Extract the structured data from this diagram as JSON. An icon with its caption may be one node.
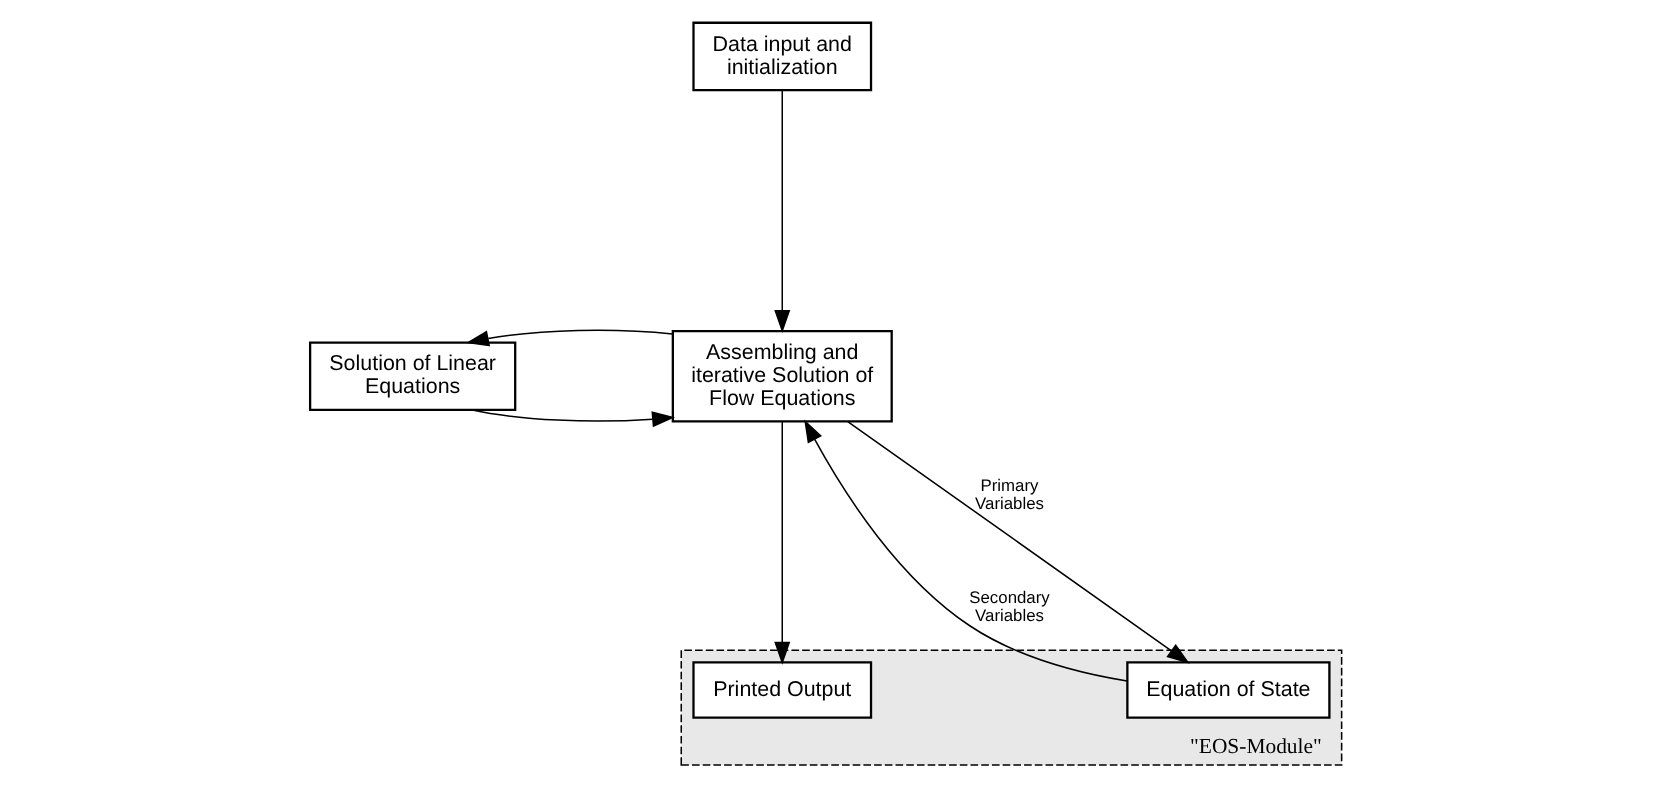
{
  "diagram": {
    "nodes": [
      {
        "text": [
          "Data input and initialization"
        ]
      },
      {
        "text": [
          "Solution of Linear Equations"
        ]
      },
      {
        "text": [
          "Assembling and iterative Solution of Flow Equations"
        ]
      },
      {
        "text": [
          "\"EOS-Module\""
        ]
      },
      {
        "text": [
          "Equation of State"
        ],
        "in": 3
      },
      {
        "text": [
          "Printed Output"
        ],
        "in": 3
      }
    ],
    "edges": [
      {
        "from": 0,
        "to": 2,
        "arrow": "to"
      },
      {
        "from": 2,
        "to": 1,
        "arrow": "to"
      },
      {
        "from": 1,
        "to": 2,
        "arrow": "to"
      },
      {
        "from": 2,
        "to": 4,
        "arrow": "to",
        "label": "Primary Variables"
      },
      {
        "from": 4,
        "to": 2,
        "arrow": "to",
        "label": "Secondary Variables"
      },
      {
        "from": 2,
        "to": 5,
        "arrow": "to"
      }
    ]
  }
}
